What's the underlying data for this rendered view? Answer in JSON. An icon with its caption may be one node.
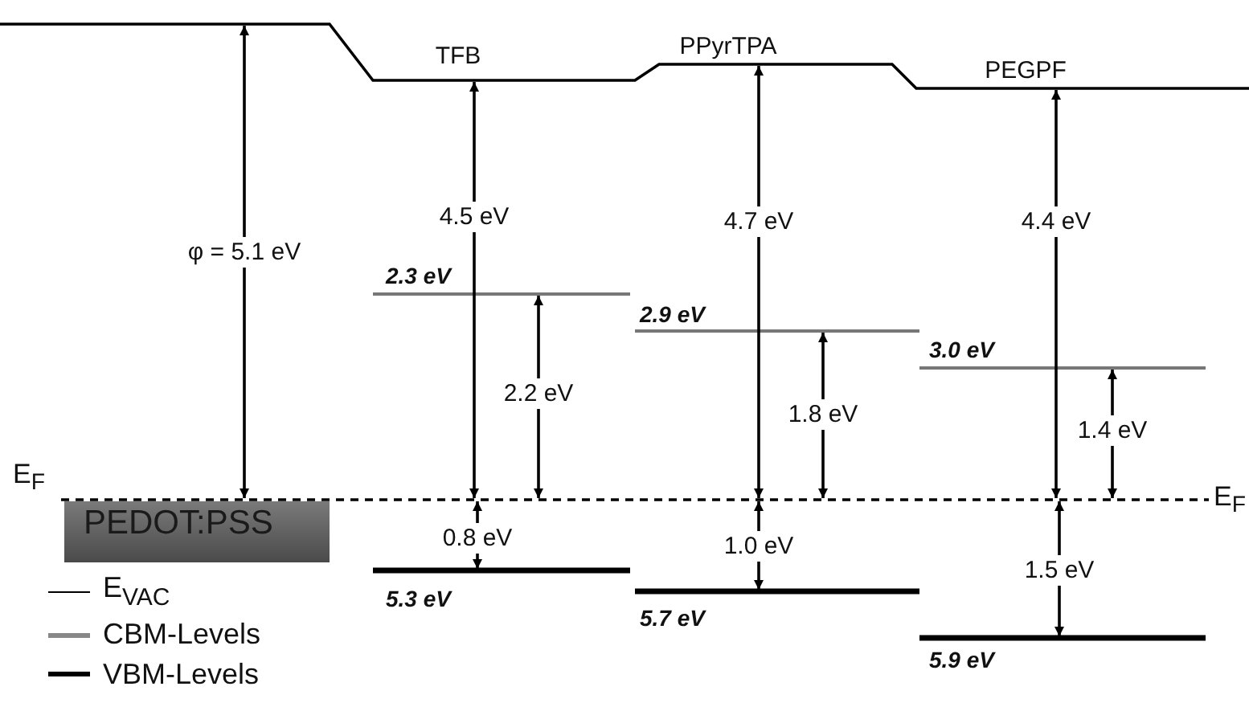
{
  "diagram": {
    "nodes": [
      {
        "text": [
          "PEDOT:PSS"
        ]
      }
    ],
    "labels": [
      "TFB",
      "PPyrTPA",
      "PEGPF",
      "4.5 eV",
      "4.7 eV",
      "4.4 eV",
      "φ = 5.1 eV",
      "2.3 eV",
      "2.9 eV",
      "2.2 eV",
      "3.0 eV",
      "1.8 eV",
      "1.4 eV",
      "E$_{F}$",
      "E$_{F}$",
      "0.8 eV",
      "1.0 eV",
      "1.5 eV",
      "5.3 eV",
      "5.7 eV",
      "5.9 eV"
    ],
    "legend": [
      {
        "text": "E$_{VAC}$"
      },
      {
        "text": "CBM-Levels"
      },
      {
        "text": "VBM-Levels"
      }
    ]
  }
}
